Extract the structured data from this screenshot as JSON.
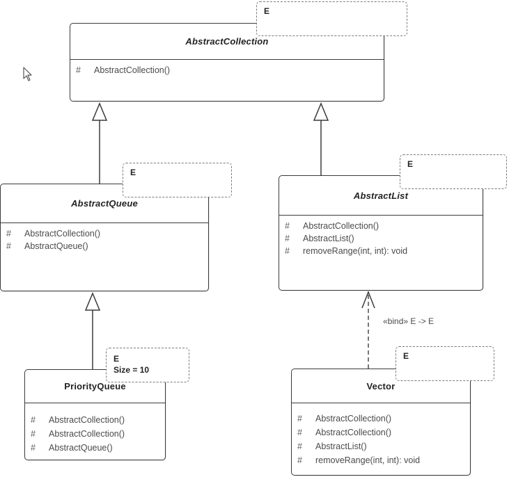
{
  "classes": {
    "abstract_collection": {
      "name": "AbstractCollection",
      "operations": [
        {
          "visibility": "#",
          "text": "AbstractCollection()"
        }
      ],
      "template_params": [
        "E"
      ]
    },
    "abstract_queue": {
      "name": "AbstractQueue",
      "operations": [
        {
          "visibility": "#",
          "text": "AbstractCollection()"
        },
        {
          "visibility": "#",
          "text": "AbstractQueue()"
        }
      ],
      "template_params": [
        "E"
      ]
    },
    "abstract_list": {
      "name": "AbstractList",
      "operations": [
        {
          "visibility": "#",
          "text": "AbstractCollection()"
        },
        {
          "visibility": "#",
          "text": "AbstractList()"
        },
        {
          "visibility": "#",
          "text": "removeRange(int, int): void"
        }
      ],
      "template_params": [
        "E"
      ]
    },
    "priority_queue": {
      "name": "PriorityQueue",
      "operations": [
        {
          "visibility": "#",
          "text": "AbstractCollection()"
        },
        {
          "visibility": "#",
          "text": "AbstractCollection()"
        },
        {
          "visibility": "#",
          "text": "AbstractQueue()"
        }
      ],
      "template_params": [
        "E",
        "Size = 10"
      ]
    },
    "vector": {
      "name": "Vector",
      "operations": [
        {
          "visibility": "#",
          "text": "AbstractCollection()"
        },
        {
          "visibility": "#",
          "text": "AbstractCollection()"
        },
        {
          "visibility": "#",
          "text": "AbstractList()"
        },
        {
          "visibility": "#",
          "text": "removeRange(int, int): void"
        }
      ],
      "template_params": [
        "E"
      ]
    }
  },
  "relations": {
    "bind_label": "«bind» E -> E"
  }
}
